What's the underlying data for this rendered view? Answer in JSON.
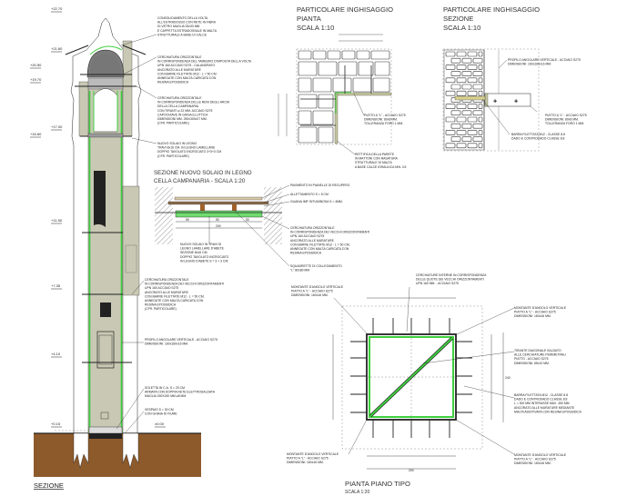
{
  "section": {
    "title": "SEZIONE",
    "levels": [
      "+22.70",
      "+21.60",
      "+20.50",
      "+19.70",
      "+17.00",
      "+16.60",
      "+11.50",
      "+7.35",
      "+4.10",
      "+0.15",
      "±0.00"
    ],
    "notes": [
      [
        "CONSOLIDAMENTO DELLA VOLTA",
        "ALL'ESTRADOSSO CON RETE IN FIBRA",
        "DI VETRO MAGLIA 33x33 MM",
        "E CAPPETTA ESTRADOSSALE IN MALTA",
        "STRUTTURALE A BASE DI CALCE"
      ],
      [
        "CERCHIATURA ORIZZONTALE",
        "IN CORRISPONDENZA DEL TAMBURO D'IMPOSTA DELLA VOLTA",
        "UPN 160 ACCIAIO S275 - CALANDRATO",
        "ANCORATO ALLE MURATURE",
        "CON BARRE FILETTATE M12 - L = 50 CM",
        "ANNEGATE CON MALTA CARICATA CON",
        "RESINA EPOSSIDICA"
      ],
      [
        "CERCHIATURA ORIZZONTALE",
        "IN CORRISPONDENZA DELLE RENI DEGLI ARCHI",
        "DELLA CELLA CAMPANARIA",
        "CON TIRANTI ⌀ 22 MM. ACCIAIO S275",
        "CAPOCHIAVE IN GHISA ELLITTICA",
        "DIMENSIONI MM. 250x300x27 MM.",
        "(CFR. PARTICOLARE)"
      ],
      [
        "NUOVO SOLAIO IN LEGNO",
        "TRAVI 8x16 CM. IN LEGNO LAMELLARE",
        "DOPPIO TAVOLATO INCROCIATO 3+3+3 CM",
        "(CFR. PARTICOLARE)"
      ],
      [
        "CERCHIATURA ORIZZONTALE",
        "IN CORRISPONDENZA DEI VECCHI ORIZZONTAMENTI",
        "UPN 160 ACCIAIO S275",
        "ANCORATO ALLE MURATURE",
        "CON BARRE FILETTATE M12 - L = 50 CM.",
        "ANNEGATE CON MALTA CARICATA CON",
        "RESINA EPOSSIDICA",
        "(CFR. PARTICOLARE)"
      ],
      [
        "PROFILO ANGOLARE VERTICALE - ACCIAIO S275",
        "DIMENSIONI: 160x160x16 MM."
      ],
      [
        "SOLETTA IN C.A. S = 20 CM",
        "ARMATA CON DOPPIA RETE ELETTROSALDATA",
        "MAGLIA 150X150 MM ⌀8 MM."
      ],
      [
        "VESPAIO S = 30 CM",
        "CON GHIAIA DI FIUME"
      ]
    ]
  },
  "pianta_detail": {
    "title": "PARTICOLARE INGHISAGGIO",
    "subtitle": "PIANTA",
    "scale": "SCALA 1:10",
    "notes": [
      [
        "PIATTO A \"L\" - ACCIAIO S275",
        "DIMENSIONI: 80x8 MM.",
        "TOLLERANZA FORO 1 MM."
      ],
      [
        "RETTIFICA DELLA PARETE",
        "IN MATTONI CON RASATURA",
        "STRUTTURALE DI MALTA",
        "A BASE CALCE IDRAULICA NHL 3.5"
      ]
    ]
  },
  "sezione_detail": {
    "title": "PARTICOLARE INGHISAGGIO",
    "subtitle": "SEZIONE",
    "scale": "SCALA 1:10",
    "notes": [
      [
        "PROFILO ANGOLARE VERTICALE - ACCIAIO S275",
        "DIMENSIONI: 160x160x16 MM."
      ],
      [
        "PIATTO A \"L\" - ACCIAIO S275",
        "DIMENSIONI: 80x8 MM.",
        "TOLLERANZA FORO 1 MM."
      ],
      [
        "BARRA FILETTATA M12 - CLASSE 8.8",
        "DADO E CONTRODADO CLASSE 8.8"
      ]
    ]
  },
  "solaio": {
    "title": "SEZIONE NUOVO SOLAIO IN LEGNO",
    "subtitle": "CELLA CAMPANARIA - SCALA 1:20",
    "dims": [
      "50",
      "50",
      "50",
      "200"
    ],
    "notes": [
      [
        "PAVIMENTO IN PIANELLE DI RECUPERO"
      ],
      [
        "ALLETTAMENTO S = 5 CM"
      ],
      [
        "GUAINA IMP. BITUMINOSA S = 4MM."
      ],
      [
        "CERCHIATURA ORIZZONTALE",
        "IN CORRISPONDENZA DEI VECCHI ORIZZONTAMENTI",
        "UPN 160 ACCIAIO S275",
        "ANCORATO ALLE MURATURE",
        "CON BARRE FILETTATE M12 - L = 50 CM.",
        "ANNEGATE CON MALTA CARICATA CON",
        "RESINA EPOSSIDICA"
      ],
      [
        "NUOVO SOLAIO IN TRAVI DI",
        "LEGNO LAMELLARE D'ABETE",
        "SEZIONE 8x16 CM.",
        "DOPPIO TAVOLATO INCROCIATO",
        "IN LEGNO D'ABETE S = 3 + 3 CM."
      ],
      [
        "SQUADRETTE DI COLLEGAMENTO",
        "\"L\" 80x80 MM"
      ]
    ]
  },
  "pianta_tipo": {
    "title": "PIANTA PIANO TIPO",
    "scale": "SCALA 1:20",
    "dims": [
      "200",
      "240"
    ],
    "notes": [
      [
        "CERCHIATURE INTERNE IN CORRISPONDENZA",
        "DELLE QUOTE DEI VECCHI ORIZZONTAMENTI",
        "UPN 160 MM. - ACCIAIO S275"
      ],
      [
        "MONTANTE D'ANGOLO VERTICALE",
        "PIATTO A \"L\" - ACCIAIO S275",
        "DIMENSIONI: 160x16 MM."
      ],
      [
        "MONTANTE D'ANGOLO VERTICALE",
        "PIATTO A \"L\" - ACCIAIO S275",
        "DIMENSIONI: 160x16 MM."
      ],
      [
        "TIRANTE DIAGONALE SALDATO",
        "ALLE CERCHIATURE PERIMETRALI",
        "PIATTO - ACCIAIO S275",
        "DIMENSIONI: 65x10 MM."
      ],
      [
        "BARRA FILETTATA M12 - CLASSE 8.8",
        "DADO E CONTRODADO CLASSE 8.8",
        "L = 300 MM INTERASSE MAX. 450 MM.",
        "ANCORATO ALLE MURATURE MEDIANTE",
        "MALTA ADDITIVATA CON RESINA EPOSSIDICA"
      ],
      [
        "MONTANTE D'ANGOLO VERTICALE",
        "PIATTO A \"L\" - ACCIAIO S275",
        "DIMENSIONI: 160x16 MM."
      ],
      [
        "MONTANTE D'ANGOLO VERTICALE",
        "PIATTO A \"L\" - ACCIAIO S275",
        "DIMENSIONI: 160x16 MM."
      ]
    ]
  },
  "colors": {
    "green": "#3ecf3e",
    "wall": "#c8c8b4",
    "soil": "#8d5a2b",
    "plan_fill": "#e8c1ad"
  }
}
